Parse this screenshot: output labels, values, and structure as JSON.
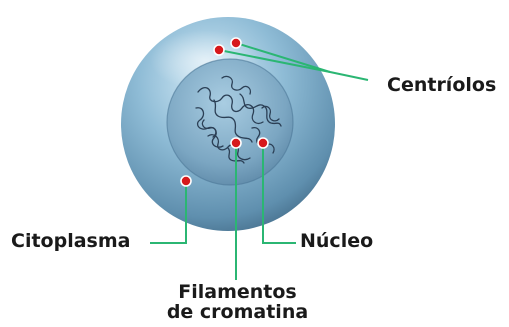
{
  "labels": {
    "centrioles": "Centríolos",
    "cytoplasm": "Citoplasma",
    "nucleus": "Núcleo",
    "chromatin_line1": "Filamentos",
    "chromatin_line2": "de cromatina"
  },
  "colors": {
    "leader_line": "#2bb673",
    "marker_fill": "#d7191c",
    "marker_ring": "#ffffff",
    "cytoplasm": "#6a9fbd",
    "nucleus": "#5f8eac",
    "chromatin": "#2b3f55",
    "label_text": "#1a1a1a"
  }
}
